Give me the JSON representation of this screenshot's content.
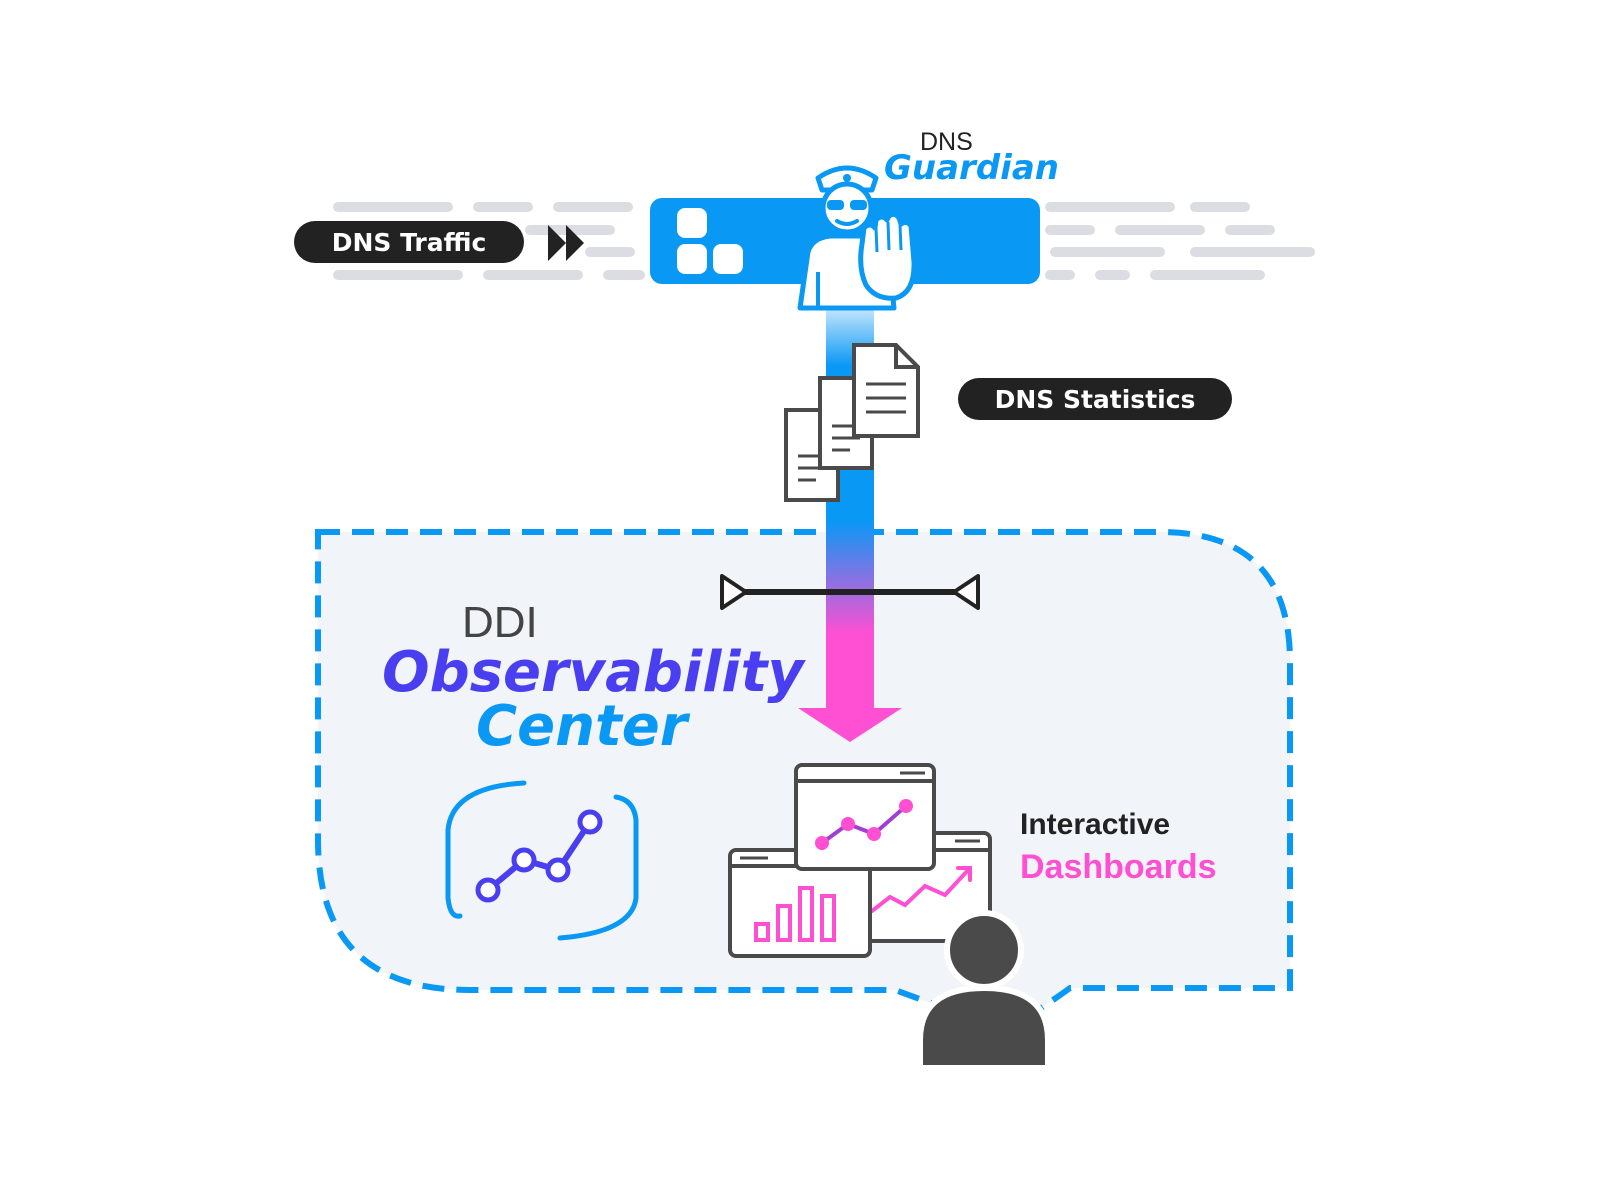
{
  "colors": {
    "blue": "#0A98F5",
    "purple": "#4A3FF0",
    "pink": "#FF4FD2",
    "dark": "#222222",
    "gray_lines": "#DCDDE2",
    "panel_bg": "#F1F4F8",
    "person": "#4A4A4A",
    "doc_stroke": "#4A4A4A"
  },
  "labels": {
    "dns_traffic": "DNS Traffic",
    "dns_statistics": "DNS Statistics",
    "guardian_prefix": "DNS",
    "guardian_name": "Guardian",
    "ddi": "DDI",
    "observability": "Observability",
    "center": "Center",
    "interactive": "Interactive",
    "dashboards": "Dashboards"
  },
  "icons": {
    "fast_forward": "fast-forward-icon",
    "app_blocks": "blocks-icon",
    "guardian": "police-officer-icon",
    "documents": "documents-stack-icon",
    "gate": "measure-bar-icon",
    "arrow_down": "arrow-down-icon",
    "analytics": "analytics-line-icon",
    "dashboards": "dashboard-windows-icon",
    "user": "user-icon"
  }
}
